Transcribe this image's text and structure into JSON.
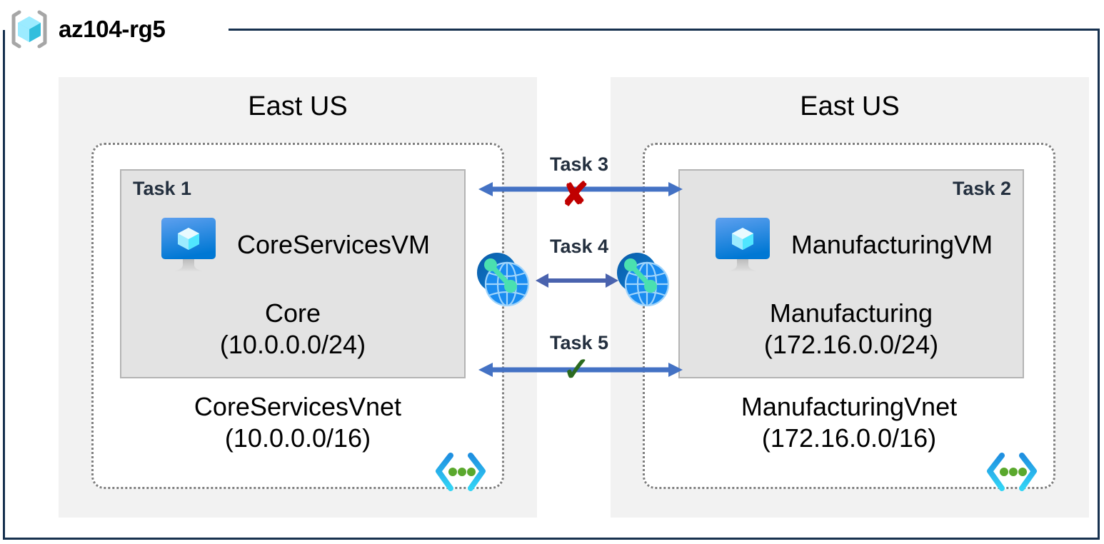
{
  "resource_group": {
    "name": "az104-rg5",
    "icon": "azure-resource-group-icon"
  },
  "regions": [
    {
      "id": "left",
      "label": "East US"
    },
    {
      "id": "right",
      "label": "East US"
    }
  ],
  "vnets": [
    {
      "id": "core",
      "task_tag": "Task 1",
      "name": "CoreServicesVnet",
      "address_space": "(10.0.0.0/16)",
      "icon": "virtual-network-icon",
      "vm": {
        "name": "CoreServicesVM",
        "icon": "virtual-machine-icon"
      },
      "subnet": {
        "name": "Core",
        "address_space": "(10.0.0.0/24)"
      }
    },
    {
      "id": "manufacturing",
      "task_tag": "Task 2",
      "name": "ManufacturingVnet",
      "address_space": "(172.16.0.0/16)",
      "icon": "virtual-network-icon",
      "vm": {
        "name": "ManufacturingVM",
        "icon": "virtual-machine-icon"
      },
      "subnet": {
        "name": "Manufacturing",
        "address_space": "(172.16.0.0/24)"
      }
    }
  ],
  "connectors": [
    {
      "id": "task3",
      "label": "Task 3",
      "status": "blocked",
      "marker": "✘"
    },
    {
      "id": "task4",
      "label": "Task 4",
      "status": "peering",
      "marker": ""
    },
    {
      "id": "task5",
      "label": "Task 5",
      "status": "allowed",
      "marker": "✓"
    }
  ],
  "peering_icons": [
    {
      "id": "peer-left",
      "icon": "vnet-peering-icon"
    },
    {
      "id": "peer-right",
      "icon": "vnet-peering-icon"
    }
  ],
  "colors": {
    "frame": "#17314f",
    "region_bg": "#f2f2f2",
    "subnet_bg": "#e3e3e3",
    "vnet_border": "#7f7f7f",
    "arrow": "#4472c4",
    "blocked": "#c00000",
    "allowed": "#2b6a1f",
    "azure_blue": "#0078d4",
    "cyan": "#32c8f0",
    "green_dot": "#5aa82d"
  }
}
